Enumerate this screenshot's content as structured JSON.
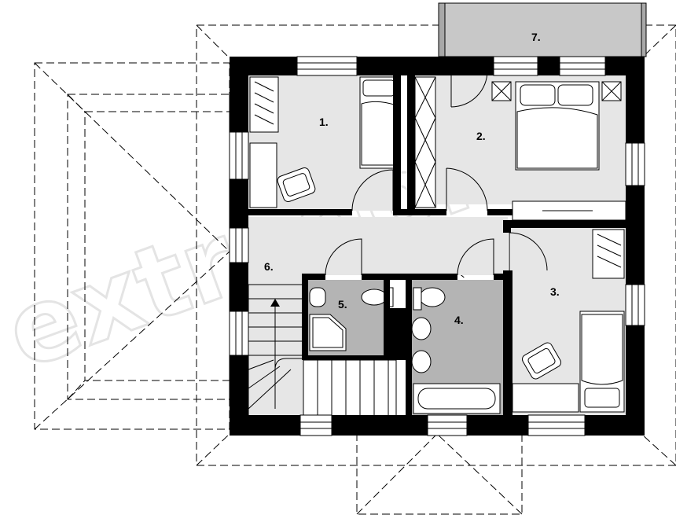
{
  "colors": {
    "room_fill": "#e6e6e6",
    "wet_room_fill": "#b4b4b4",
    "balcony_fill": "#c8c8c8",
    "wall": "#000000",
    "background": "#ffffff",
    "watermark": "#e4e4e4"
  },
  "watermark": "extradom",
  "rooms": [
    {
      "id": "room-1",
      "label": "1."
    },
    {
      "id": "room-2",
      "label": "2."
    },
    {
      "id": "room-3",
      "label": "3."
    },
    {
      "id": "room-4",
      "label": "4."
    },
    {
      "id": "room-5",
      "label": "5."
    },
    {
      "id": "room-6",
      "label": "6."
    },
    {
      "id": "room-7",
      "label": "7."
    }
  ]
}
